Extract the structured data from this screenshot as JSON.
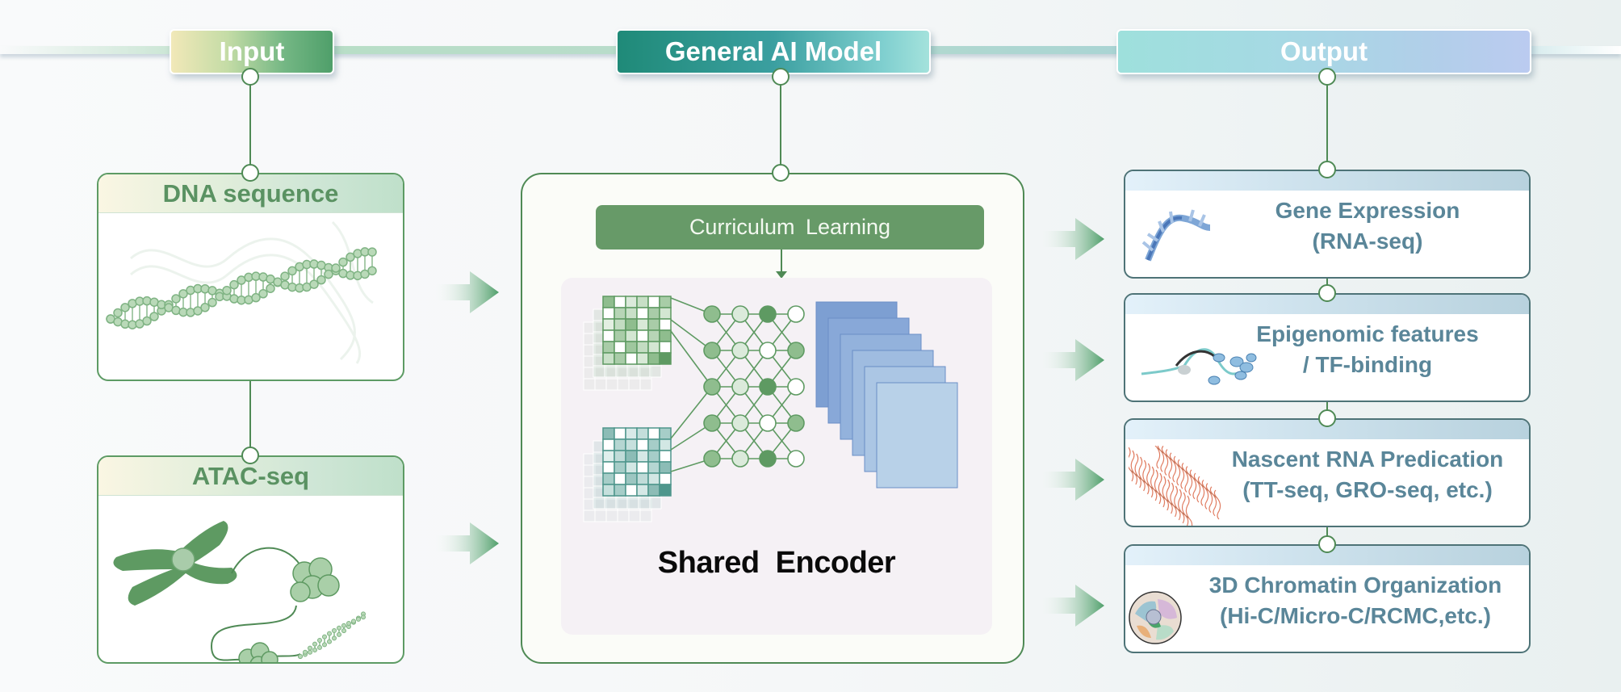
{
  "header": {
    "input_label": "Input",
    "model_label": "General AI Model",
    "output_label": "Output"
  },
  "inputs": [
    {
      "title": "DNA sequence",
      "icon": "dna-double-helix-icon"
    },
    {
      "title": "ATAC-seq",
      "icon": "chromosome-chromatin-icon"
    }
  ],
  "model": {
    "curriculum_label": "Curriculum  Learning",
    "encoder_label": "Shared  Encoder",
    "components": [
      "input-matrix-green",
      "input-matrix-teal",
      "neural-network",
      "feature-map-stack"
    ]
  },
  "outputs": [
    {
      "line1": "Gene Expression",
      "line2": "(RNA-seq)",
      "icon": "rna-strand-icon"
    },
    {
      "line1": "Epigenomic features",
      "line2": "/ TF-binding",
      "icon": "nucleosome-chromatin-icon"
    },
    {
      "line1": "Nascent RNA Predication",
      "line2": "(TT-seq, GRO-seq, etc.)",
      "icon": "nascent-rna-icon"
    },
    {
      "line1": "3D Chromatin Organization",
      "line2": "(Hi-C/Micro-C/RCMC,etc.)",
      "icon": "nucleus-3d-chromatin-icon"
    }
  ],
  "colors": {
    "green_primary": "#5d9b64",
    "green_dark": "#4f8a55",
    "teal": "#1f8a78",
    "output_text": "#5a8699",
    "feature_map_blue": "#7ea2d4"
  }
}
